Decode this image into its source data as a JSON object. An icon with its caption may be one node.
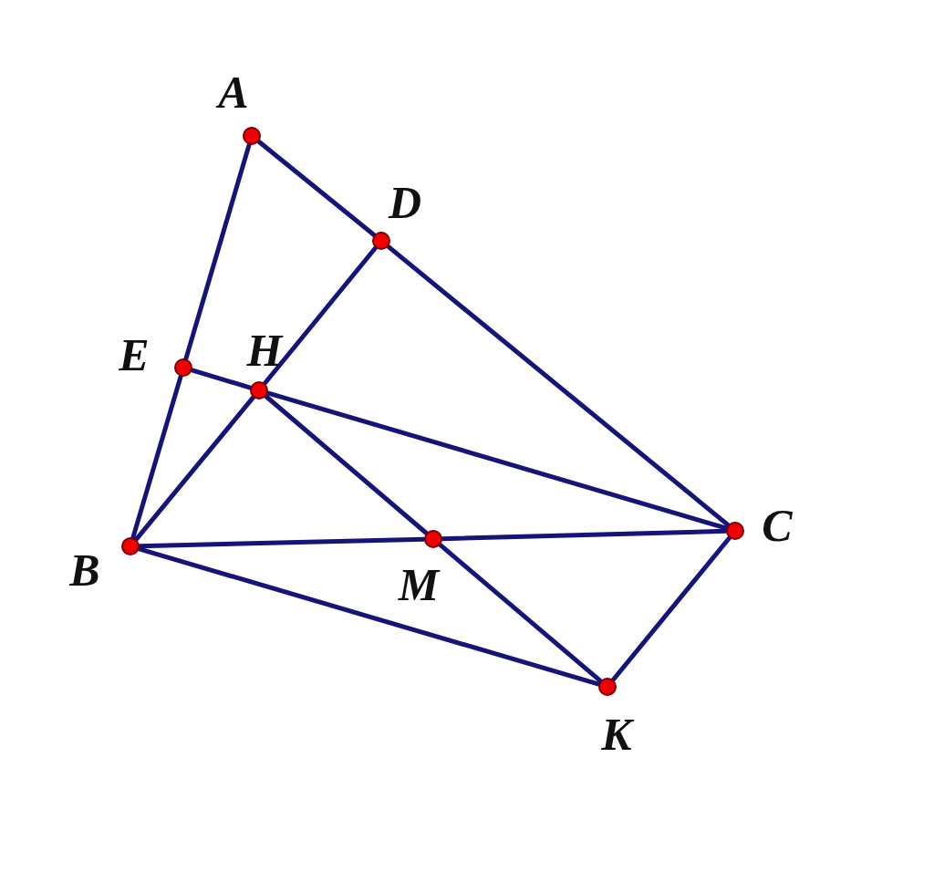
{
  "diagram": {
    "nodes": [
      {
        "text": [
          "A"
        ]
      },
      {
        "text": [
          "D"
        ]
      },
      {
        "text": [
          "E"
        ]
      },
      {
        "text": [
          "H"
        ]
      },
      {
        "text": [
          "B"
        ]
      },
      {
        "text": [
          "M"
        ]
      },
      {
        "text": [
          "C"
        ]
      },
      {
        "text": [
          "K"
        ]
      }
    ],
    "edges": [
      {
        "from": 0,
        "to": 2,
        "arrow": "none"
      },
      {
        "from": 2,
        "to": 4,
        "arrow": "none"
      },
      {
        "from": 0,
        "to": 1,
        "arrow": "none"
      },
      {
        "from": 1,
        "to": 6,
        "arrow": "none"
      },
      {
        "from": 4,
        "to": 3,
        "arrow": "none"
      },
      {
        "from": 3,
        "to": 1,
        "arrow": "none"
      },
      {
        "from": 2,
        "to": 3,
        "arrow": "none"
      },
      {
        "from": 3,
        "to": 6,
        "arrow": "none"
      },
      {
        "from": 3,
        "to": 5,
        "arrow": "none"
      },
      {
        "from": 5,
        "to": 7,
        "arrow": "none"
      },
      {
        "from": 4,
        "to": 5,
        "arrow": "none"
      },
      {
        "from": 5,
        "to": 6,
        "arrow": "none"
      },
      {
        "from": 4,
        "to": 7,
        "arrow": "none"
      },
      {
        "from": 7,
        "to": 6,
        "arrow": "none"
      }
    ]
  }
}
